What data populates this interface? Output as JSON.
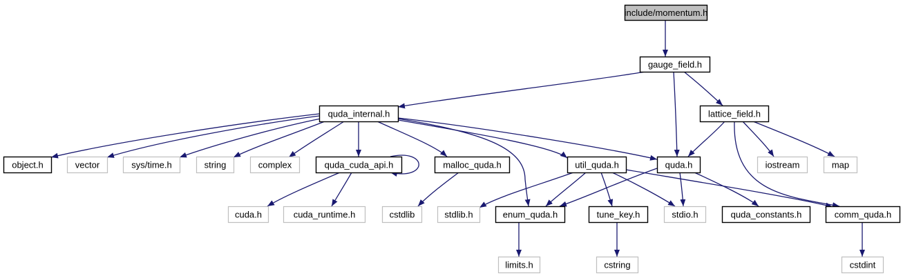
{
  "title": "include/momentum.h",
  "colors": {
    "edge": "#191970",
    "root_fill": "#bfbfbf",
    "root_border": "#000000",
    "documented_border": "#000000",
    "external_border": "#bfbfbf",
    "node_fill": "#ffffff"
  },
  "nodes": [
    {
      "id": "momentum",
      "label": "include/momentum.h",
      "kind": "root"
    },
    {
      "id": "gauge_field",
      "label": "gauge_field.h",
      "kind": "documented"
    },
    {
      "id": "quda_internal",
      "label": "quda_internal.h",
      "kind": "documented"
    },
    {
      "id": "lattice_field",
      "label": "lattice_field.h",
      "kind": "documented"
    },
    {
      "id": "object",
      "label": "object.h",
      "kind": "documented"
    },
    {
      "id": "vector",
      "label": "vector",
      "kind": "external"
    },
    {
      "id": "systime",
      "label": "sys/time.h",
      "kind": "external"
    },
    {
      "id": "string",
      "label": "string",
      "kind": "external"
    },
    {
      "id": "complex",
      "label": "complex",
      "kind": "external"
    },
    {
      "id": "quda_cuda_api",
      "label": "quda_cuda_api.h",
      "kind": "documented"
    },
    {
      "id": "malloc_quda",
      "label": "malloc_quda.h",
      "kind": "documented"
    },
    {
      "id": "util_quda",
      "label": "util_quda.h",
      "kind": "documented"
    },
    {
      "id": "quda",
      "label": "quda.h",
      "kind": "documented"
    },
    {
      "id": "iostream",
      "label": "iostream",
      "kind": "external"
    },
    {
      "id": "map",
      "label": "map",
      "kind": "external"
    },
    {
      "id": "cuda",
      "label": "cuda.h",
      "kind": "external"
    },
    {
      "id": "cuda_runtime",
      "label": "cuda_runtime.h",
      "kind": "external"
    },
    {
      "id": "cstdlib",
      "label": "cstdlib",
      "kind": "external"
    },
    {
      "id": "stdlib",
      "label": "stdlib.h",
      "kind": "external"
    },
    {
      "id": "enum_quda",
      "label": "enum_quda.h",
      "kind": "documented"
    },
    {
      "id": "tune_key",
      "label": "tune_key.h",
      "kind": "documented"
    },
    {
      "id": "stdio",
      "label": "stdio.h",
      "kind": "external"
    },
    {
      "id": "quda_constants",
      "label": "quda_constants.h",
      "kind": "documented"
    },
    {
      "id": "comm_quda",
      "label": "comm_quda.h",
      "kind": "documented"
    },
    {
      "id": "limits",
      "label": "limits.h",
      "kind": "external"
    },
    {
      "id": "cstring",
      "label": "cstring",
      "kind": "external"
    },
    {
      "id": "cstdint",
      "label": "cstdint",
      "kind": "external"
    }
  ],
  "edges": [
    {
      "from": "momentum",
      "to": "gauge_field"
    },
    {
      "from": "gauge_field",
      "to": "quda_internal"
    },
    {
      "from": "gauge_field",
      "to": "quda"
    },
    {
      "from": "gauge_field",
      "to": "lattice_field"
    },
    {
      "from": "quda_internal",
      "to": "object"
    },
    {
      "from": "quda_internal",
      "to": "vector"
    },
    {
      "from": "quda_internal",
      "to": "systime"
    },
    {
      "from": "quda_internal",
      "to": "string"
    },
    {
      "from": "quda_internal",
      "to": "complex"
    },
    {
      "from": "quda_internal",
      "to": "quda_cuda_api"
    },
    {
      "from": "quda_internal",
      "to": "malloc_quda"
    },
    {
      "from": "quda_internal",
      "to": "enum_quda"
    },
    {
      "from": "quda_internal",
      "to": "util_quda"
    },
    {
      "from": "quda_internal",
      "to": "quda"
    },
    {
      "from": "quda_cuda_api",
      "to": "quda_cuda_api"
    },
    {
      "from": "quda_cuda_api",
      "to": "cuda"
    },
    {
      "from": "quda_cuda_api",
      "to": "cuda_runtime"
    },
    {
      "from": "malloc_quda",
      "to": "cstdlib"
    },
    {
      "from": "util_quda",
      "to": "stdlib"
    },
    {
      "from": "util_quda",
      "to": "enum_quda"
    },
    {
      "from": "util_quda",
      "to": "tune_key"
    },
    {
      "from": "util_quda",
      "to": "stdio"
    },
    {
      "from": "util_quda",
      "to": "comm_quda"
    },
    {
      "from": "quda",
      "to": "enum_quda"
    },
    {
      "from": "quda",
      "to": "stdio"
    },
    {
      "from": "quda",
      "to": "quda_constants"
    },
    {
      "from": "lattice_field",
      "to": "quda"
    },
    {
      "from": "lattice_field",
      "to": "iostream"
    },
    {
      "from": "lattice_field",
      "to": "map"
    },
    {
      "from": "lattice_field",
      "to": "comm_quda"
    },
    {
      "from": "enum_quda",
      "to": "limits"
    },
    {
      "from": "tune_key",
      "to": "cstring"
    },
    {
      "from": "comm_quda",
      "to": "cstdint"
    }
  ]
}
